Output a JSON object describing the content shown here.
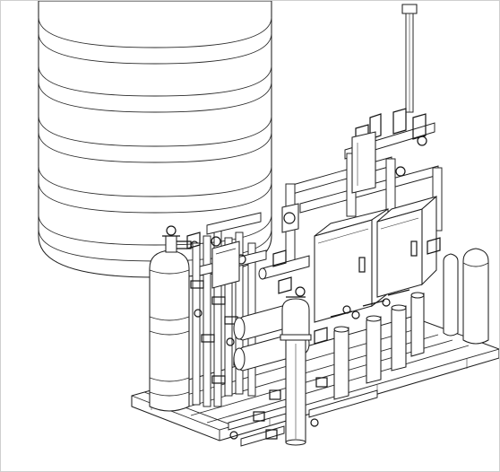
{
  "drawing": {
    "style": "isometric line drawing",
    "line_color": "#1f1f1f",
    "background_color": "#ffffff",
    "components": [
      "storage-tank",
      "skid-base-frame",
      "electrical-cabinet",
      "pressure-vessel",
      "membrane-housing",
      "cartridge-filter",
      "pipework",
      "valves",
      "vent-pipe"
    ]
  }
}
